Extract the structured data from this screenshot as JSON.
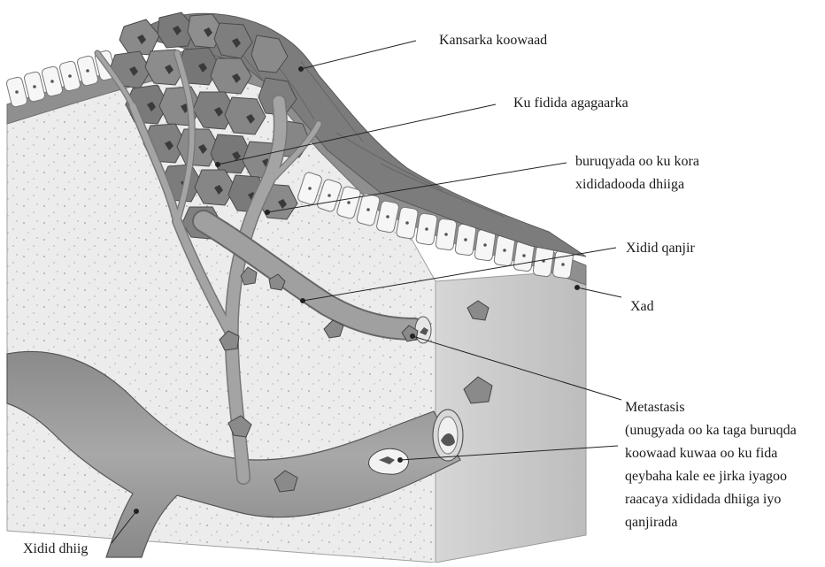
{
  "labels": {
    "kansarka": "Kansarka koowaad",
    "fidida": "Ku fidida agagaarka",
    "buruq_line1": "buruqyada oo ku kora",
    "buruq_line2": "xididadooda dhiiga",
    "qanjir": "Xidid qanjir",
    "xad": "Xad",
    "metastasis_title": "Metastasis",
    "metastasis_desc": [
      "(unugyada oo ka taga buruqda",
      "koowaad kuwaa oo ku fida",
      "qeybaha kale ee jirka iyagoo",
      "raacaya xididada dhiiga iyo",
      "qanjirada"
    ],
    "dhiig": "Xidid dhiig"
  },
  "colors": {
    "tissue_fill": "#ececec",
    "tissue_side": "#c8c8c8",
    "tumor_dark": "#6b6b6b",
    "tumor_mid": "#8c8c8c",
    "vessel": "#9a9a9a",
    "vessel_edge": "#555555",
    "cell_fill": "#f4f4f4",
    "leader": "#222222"
  }
}
